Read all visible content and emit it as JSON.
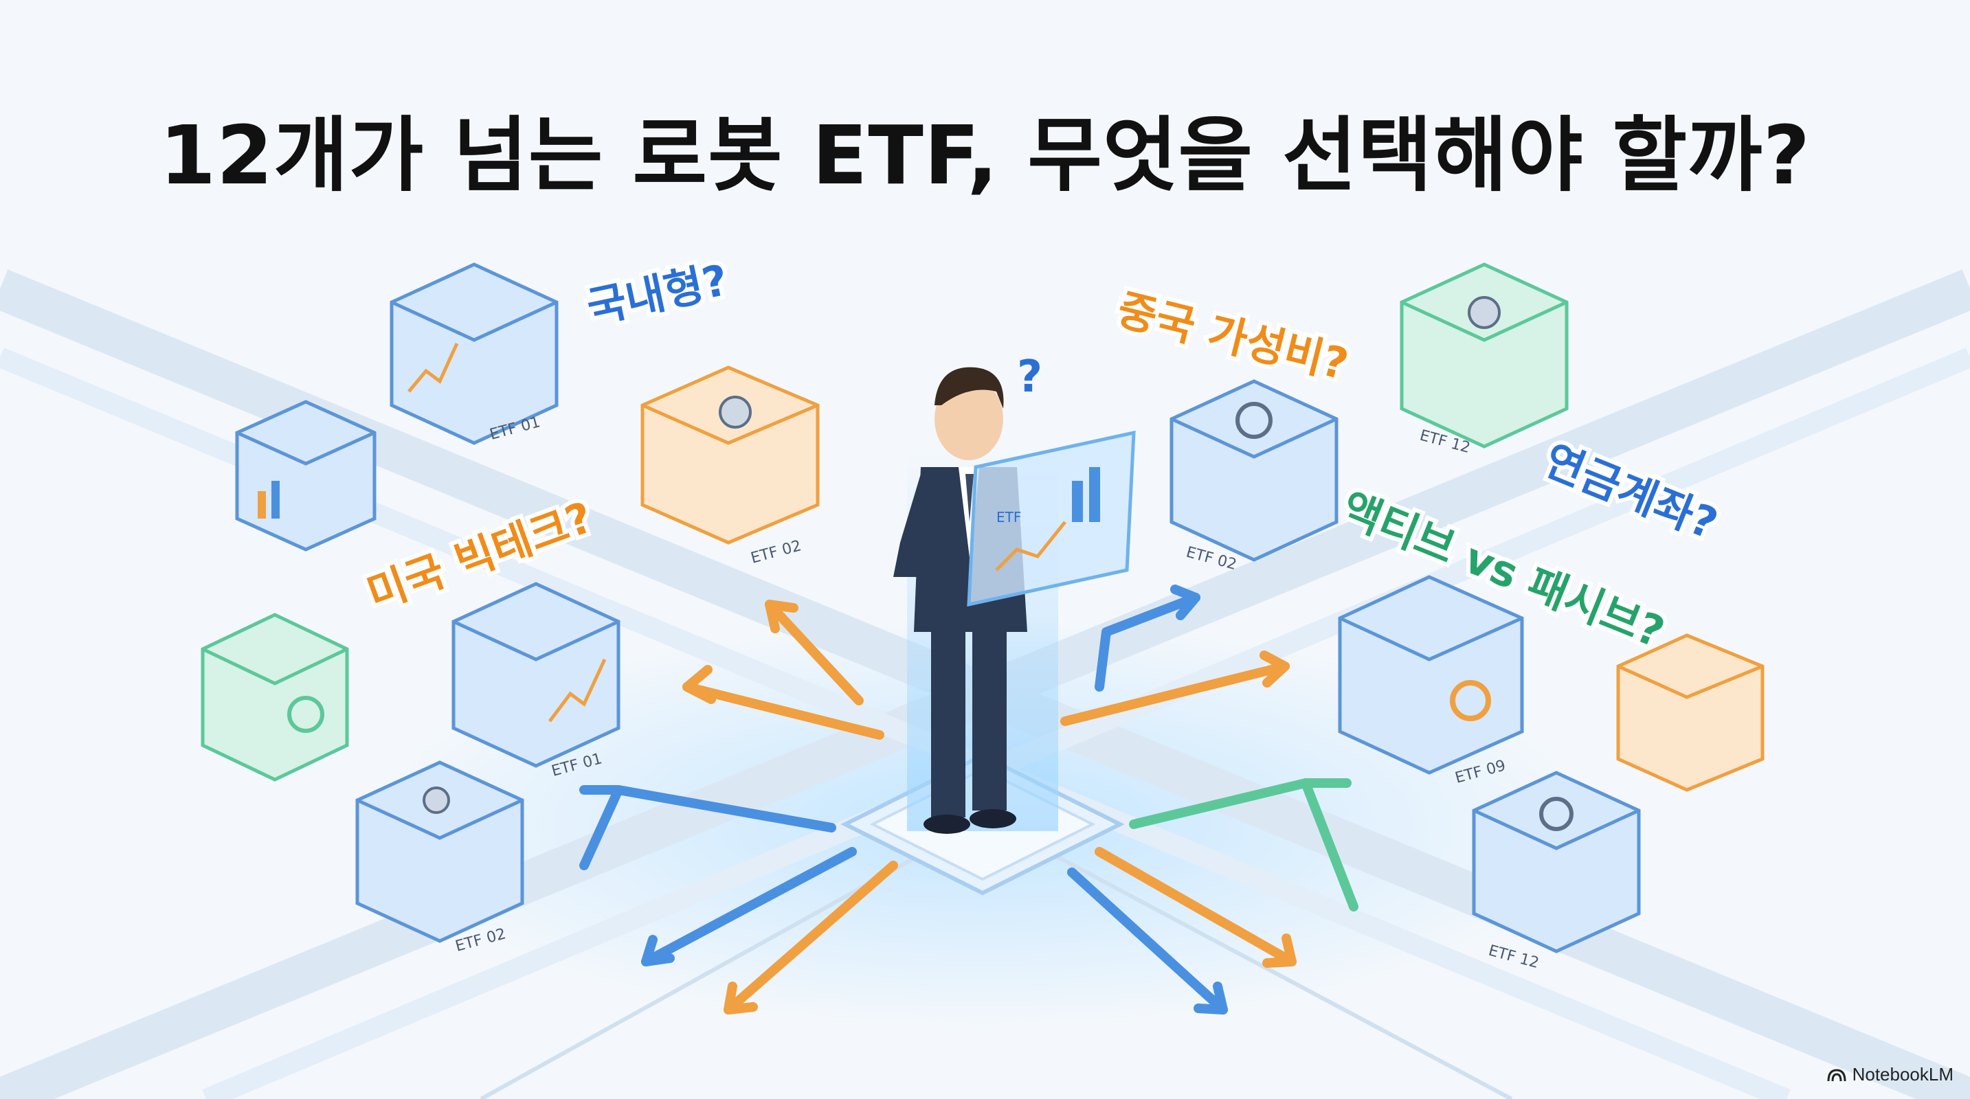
{
  "title": "12개가 넘는 로봇 ETF, 무엇을 선택해야 할까?",
  "questions": {
    "domestic": "국내형?",
    "china": "중국 가성비?",
    "us_bigtech": "미국 빅테크?",
    "pension": "연금계좌?",
    "active_passive": "액티브 vs 패시브?",
    "person": "?"
  },
  "cube_labels": {
    "c1": "ETF 01",
    "c2": "ETF 02",
    "c3": "ETF 12",
    "c4": "ETF 02",
    "c5": "ETF 01",
    "c6": "ETF 09",
    "c7": "ETF 02",
    "c8": "ETF 12"
  },
  "tablet_label": "ETF",
  "watermark": "NotebookLM",
  "colors": {
    "blue": "#2a6fd6",
    "orange": "#f08c1a",
    "green": "#26a36a",
    "suit": "#2b3a55"
  }
}
